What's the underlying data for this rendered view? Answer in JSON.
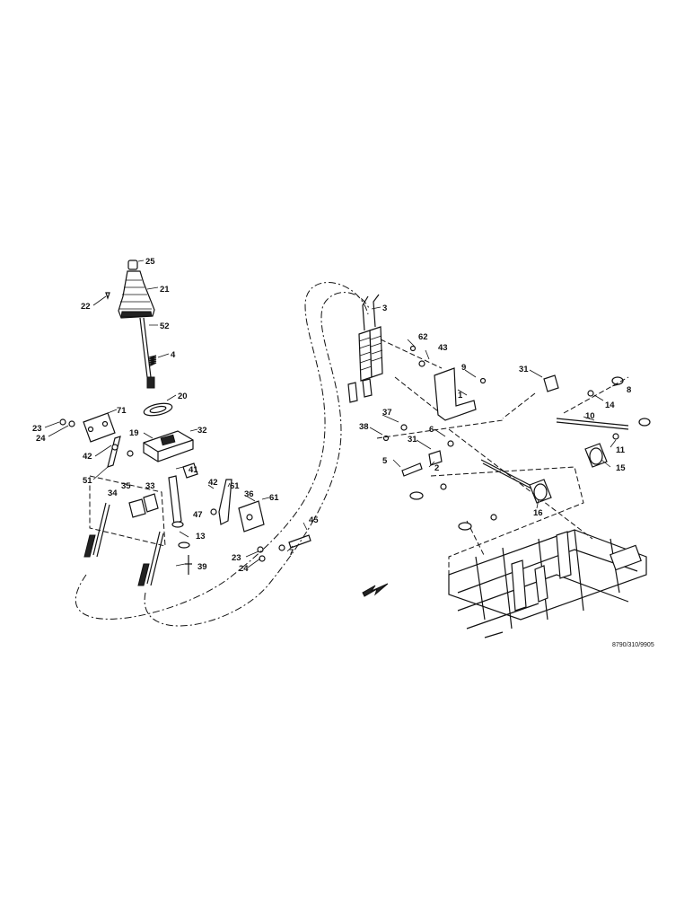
{
  "callouts": {
    "c25": "25",
    "c22": "22",
    "c21": "21",
    "c52": "52",
    "c4": "4",
    "c20": "20",
    "c23a": "23",
    "c24a": "24",
    "c71": "71",
    "c19": "19",
    "c32": "32",
    "c42a": "42",
    "c51": "51",
    "c34": "34",
    "c35": "35",
    "c33": "33",
    "c41": "41",
    "c42b": "42",
    "c61a": "61",
    "c36": "36",
    "c61b": "61",
    "c47": "47",
    "c13": "13",
    "c23b": "23",
    "c24b": "24",
    "c39": "39",
    "c45": "45",
    "c7": "7",
    "c3": "3",
    "c62": "62",
    "c43": "43",
    "c9": "9",
    "c1": "1",
    "c37": "37",
    "c38": "38",
    "c6": "6",
    "c31a": "31",
    "c5": "5",
    "c2": "2",
    "c31b": "31",
    "c8": "8",
    "c14": "14",
    "c10": "10",
    "c11": "11",
    "c15": "15",
    "c16": "16"
  },
  "reference_code": "8790/310/9905",
  "icons": {
    "direction": "front-direction-arrow-icon"
  }
}
